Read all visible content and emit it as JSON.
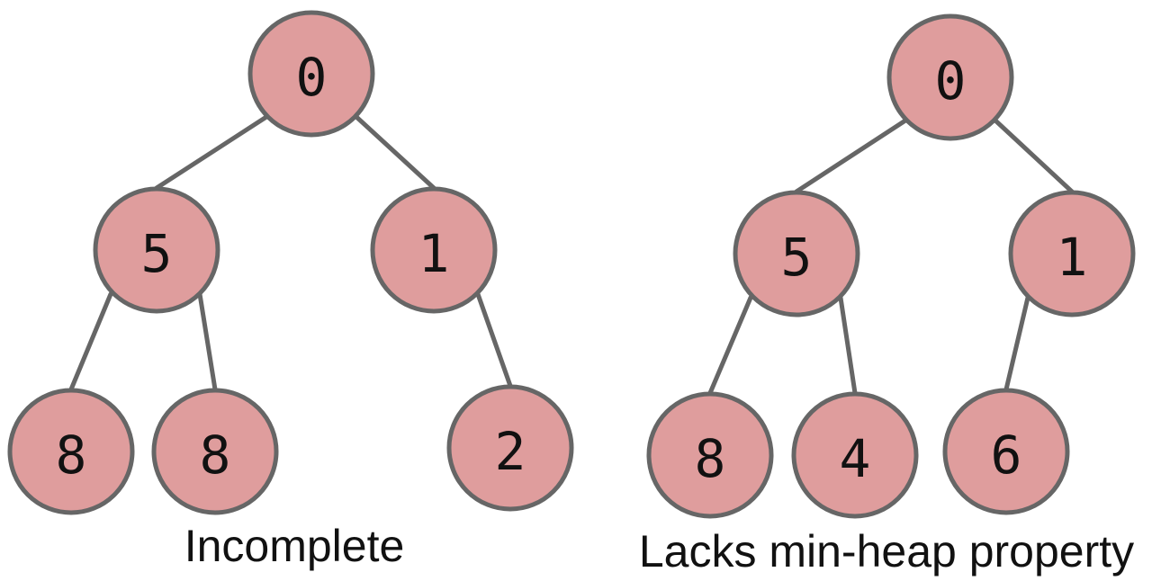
{
  "colors": {
    "node_fill": "#df9d9d",
    "node_stroke": "#666666",
    "edge": "#666666",
    "text": "#111111"
  },
  "trees": [
    {
      "caption": "Incomplete",
      "nodes": {
        "root": "0",
        "left": "5",
        "right": "1",
        "left_left": "8",
        "left_right": "8",
        "right_right": "2"
      }
    },
    {
      "caption": "Lacks min-heap property",
      "nodes": {
        "root": "0",
        "left": "5",
        "right": "1",
        "left_left": "8",
        "left_right": "4",
        "right_left": "6"
      }
    }
  ]
}
